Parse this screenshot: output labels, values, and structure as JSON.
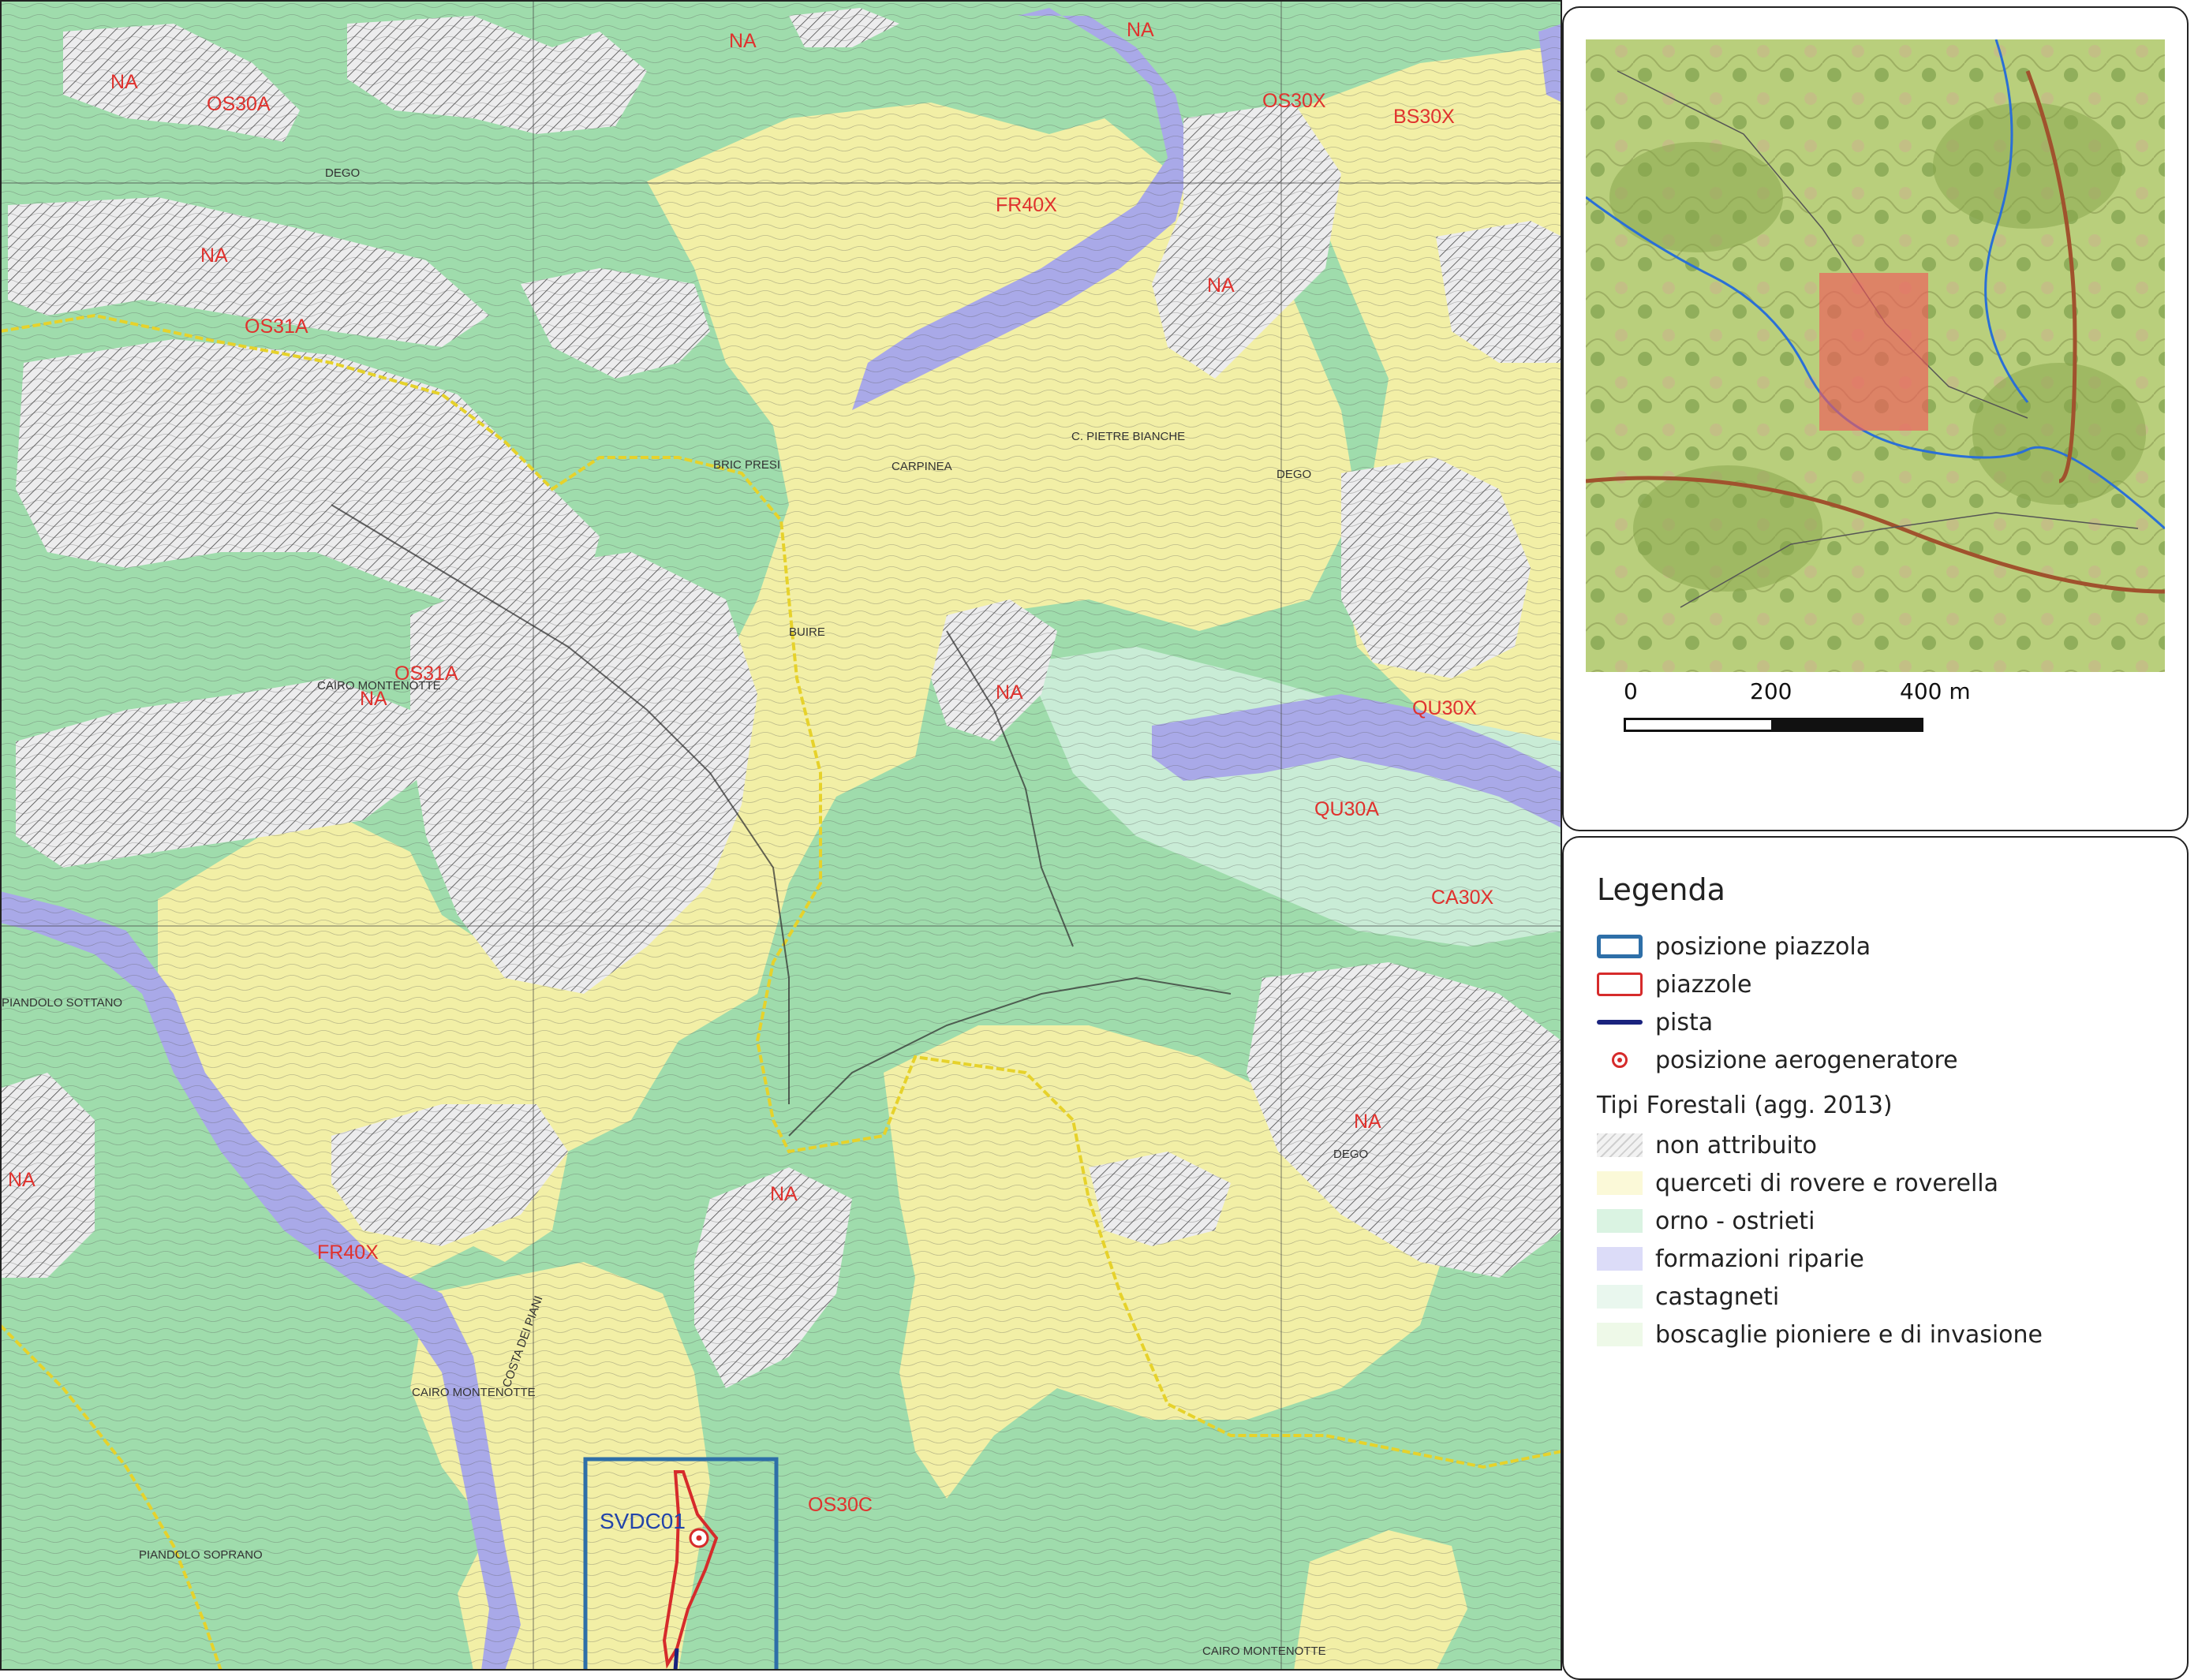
{
  "map": {
    "zone_codes": {
      "na_1": "NA",
      "na_2": "NA",
      "na_3": "NA",
      "na_4": "NA",
      "na_5": "NA",
      "na_6": "NA",
      "na_7": "NA",
      "na_8": "NA",
      "na_9": "NA",
      "os30a": "OS30A",
      "os30x": "OS30X",
      "bs30x": "BS30X",
      "fr40x_1": "FR40X",
      "os31a_1": "OS31A",
      "os31a_2": "OS31A",
      "qu30x": "QU30X",
      "qu30a": "QU30A",
      "ca30x": "CA30X",
      "fr40x_2": "FR40X",
      "os30c": "OS30C"
    },
    "place_names": {
      "dego_1": "DEGO",
      "dego_2": "DEGO",
      "dego_3": "DEGO",
      "cairo_1": "CAIRO MONTENOTTE",
      "cairo_2": "CAIRO MONTENOTTE",
      "cairo_3": "CAIRO MONTENOTTE",
      "carpinea": "CARPINEA",
      "buire": "BUIRE",
      "costa": "COSTA DEI PIANI",
      "piandolo_sotto": "PIANDOLO SOTTANO",
      "piandolo_sopra": "PIANDOLO SOPRANO",
      "pietre_bianche": "C. PIETRE BIANCHE",
      "brodo": "BRIC PRESI"
    },
    "turbine_id": "SVDC01"
  },
  "inset": {
    "scale_ticks": [
      "0",
      "200",
      "400 m"
    ]
  },
  "legend": {
    "title": "Legenda",
    "items": [
      {
        "label": "posizione piazzola"
      },
      {
        "label": "piazzole"
      },
      {
        "label": "pista"
      },
      {
        "label": "posizione aerogeneratore"
      }
    ],
    "forest_heading": "Tipi Forestali (agg. 2013)",
    "forest_types": [
      {
        "label": "non attribuito"
      },
      {
        "label": "querceti di rovere e roverella"
      },
      {
        "label": "orno - ostrieti"
      },
      {
        "label": "formazioni riparie"
      },
      {
        "label": "castagneti"
      },
      {
        "label": "boscaglie pioniere e di invasione"
      }
    ]
  },
  "colors": {
    "green": "#9fdcac",
    "yellow": "#f2efa6",
    "mint": "#c9ecd6",
    "violet": "#a9a9e8",
    "hatch_bg": "#e9e9ea",
    "boundary": "#e6d22b",
    "frame_blue": "#2e6fa8",
    "pad_red": "#d62b2b",
    "track_navy": "#1a237e"
  }
}
